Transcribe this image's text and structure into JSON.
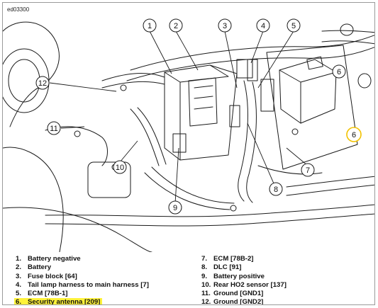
{
  "figure_code": "ed03300",
  "callouts": [
    "1",
    "2",
    "3",
    "4",
    "5",
    "6",
    "7",
    "8",
    "9",
    "10",
    "11",
    "12"
  ],
  "legend_left": [
    {
      "num": "1.",
      "text": "Battery negative"
    },
    {
      "num": "2.",
      "text": "Battery"
    },
    {
      "num": "3.",
      "text": "Fuse block [64]"
    },
    {
      "num": "4.",
      "text": "Tail lamp harness to main harness [7]"
    },
    {
      "num": "5.",
      "text": "ECM [78B-1]"
    },
    {
      "num": "6.",
      "text": "Security antenna [209]"
    }
  ],
  "legend_right": [
    {
      "num": "7.",
      "text": "ECM [78B-2]"
    },
    {
      "num": "8.",
      "text": "DLC [91]"
    },
    {
      "num": "9.",
      "text": "Battery positive"
    },
    {
      "num": "10.",
      "text": "Rear HO2 sensor [137]"
    },
    {
      "num": "11.",
      "text": "Ground [GND1]"
    },
    {
      "num": "12.",
      "text": "Ground [GND2]"
    }
  ],
  "colors": {
    "highlight": "#fff23a",
    "callout_highlight": "#f2c200",
    "line": "#1a1a1a"
  }
}
